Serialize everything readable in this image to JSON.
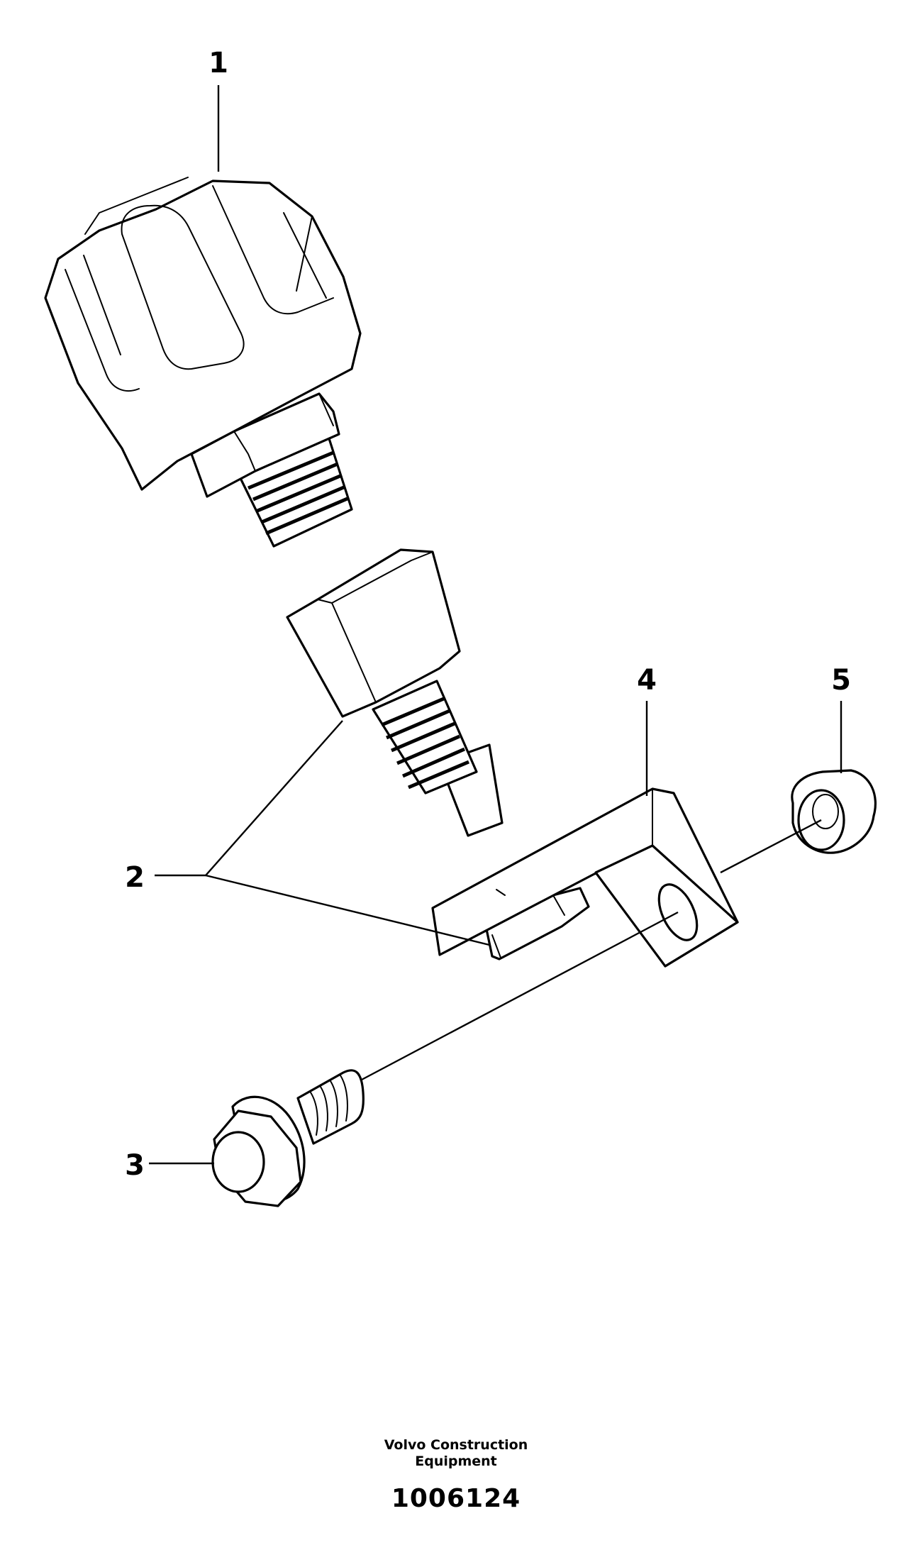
{
  "callouts": {
    "part1": "1",
    "part2": "2",
    "part3": "3",
    "part4": "4",
    "part5": "5"
  },
  "footer": {
    "company_line1": "Volvo Construction",
    "company_line2": "Equipment",
    "drawing_number": "1006124"
  },
  "colors": {
    "line": "#000000",
    "background": "#ffffff"
  }
}
